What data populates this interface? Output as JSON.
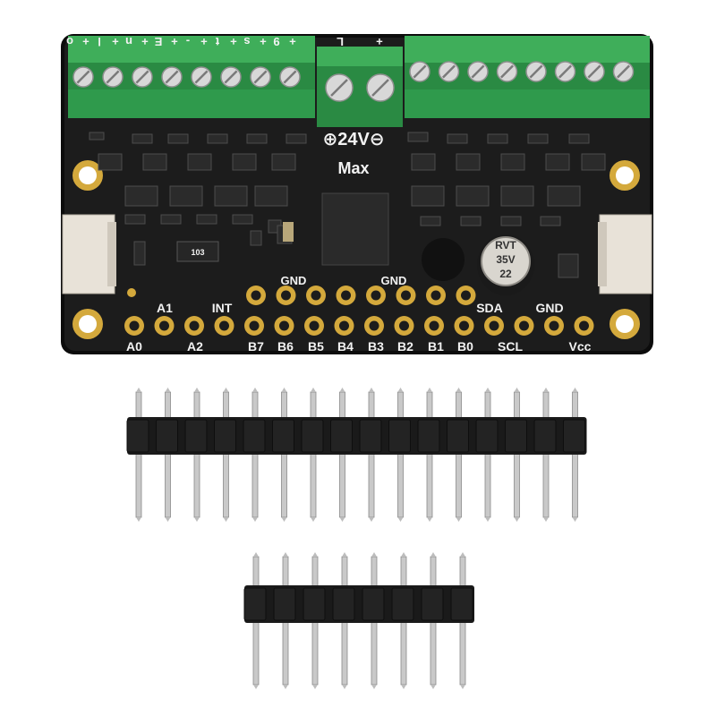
{
  "colors": {
    "background": "#ffffff",
    "pcb": "#1c1c1c",
    "pcb_edge": "#0c0c0c",
    "terminal_green": "#3fae5a",
    "terminal_dark": "#2a8a43",
    "gold": "#d4a93c",
    "silkscreen": "#f2f2f2",
    "header_plastic": "#1a1a1a",
    "pin_metal": "#c9c9c9"
  },
  "board": {
    "top_terminal_labels": [
      "o",
      "+",
      "l",
      "+",
      "n",
      "+",
      "E",
      "+",
      "-",
      "+",
      "t",
      "+",
      "s",
      "+",
      "9",
      "+",
      "L",
      "+"
    ],
    "power_label": "⊕24V⊖",
    "max_label": "Max",
    "gnd_label_left": "GND",
    "gnd_label_right": "GND",
    "bottom_row_labels": [
      "A0",
      "A2",
      "B7",
      "B6",
      "B5",
      "B4",
      "B3",
      "B2",
      "B1",
      "B0",
      "SCL",
      "Vcc"
    ],
    "upper_row_labels": [
      "A1",
      "INT",
      "SDA",
      "GND"
    ],
    "capacitor_text_lines": [
      "RVT",
      "35V",
      "22"
    ],
    "ic_label": "103"
  },
  "pin_header_long": {
    "pin_count": 16
  },
  "pin_header_short": {
    "pin_count": 8
  }
}
